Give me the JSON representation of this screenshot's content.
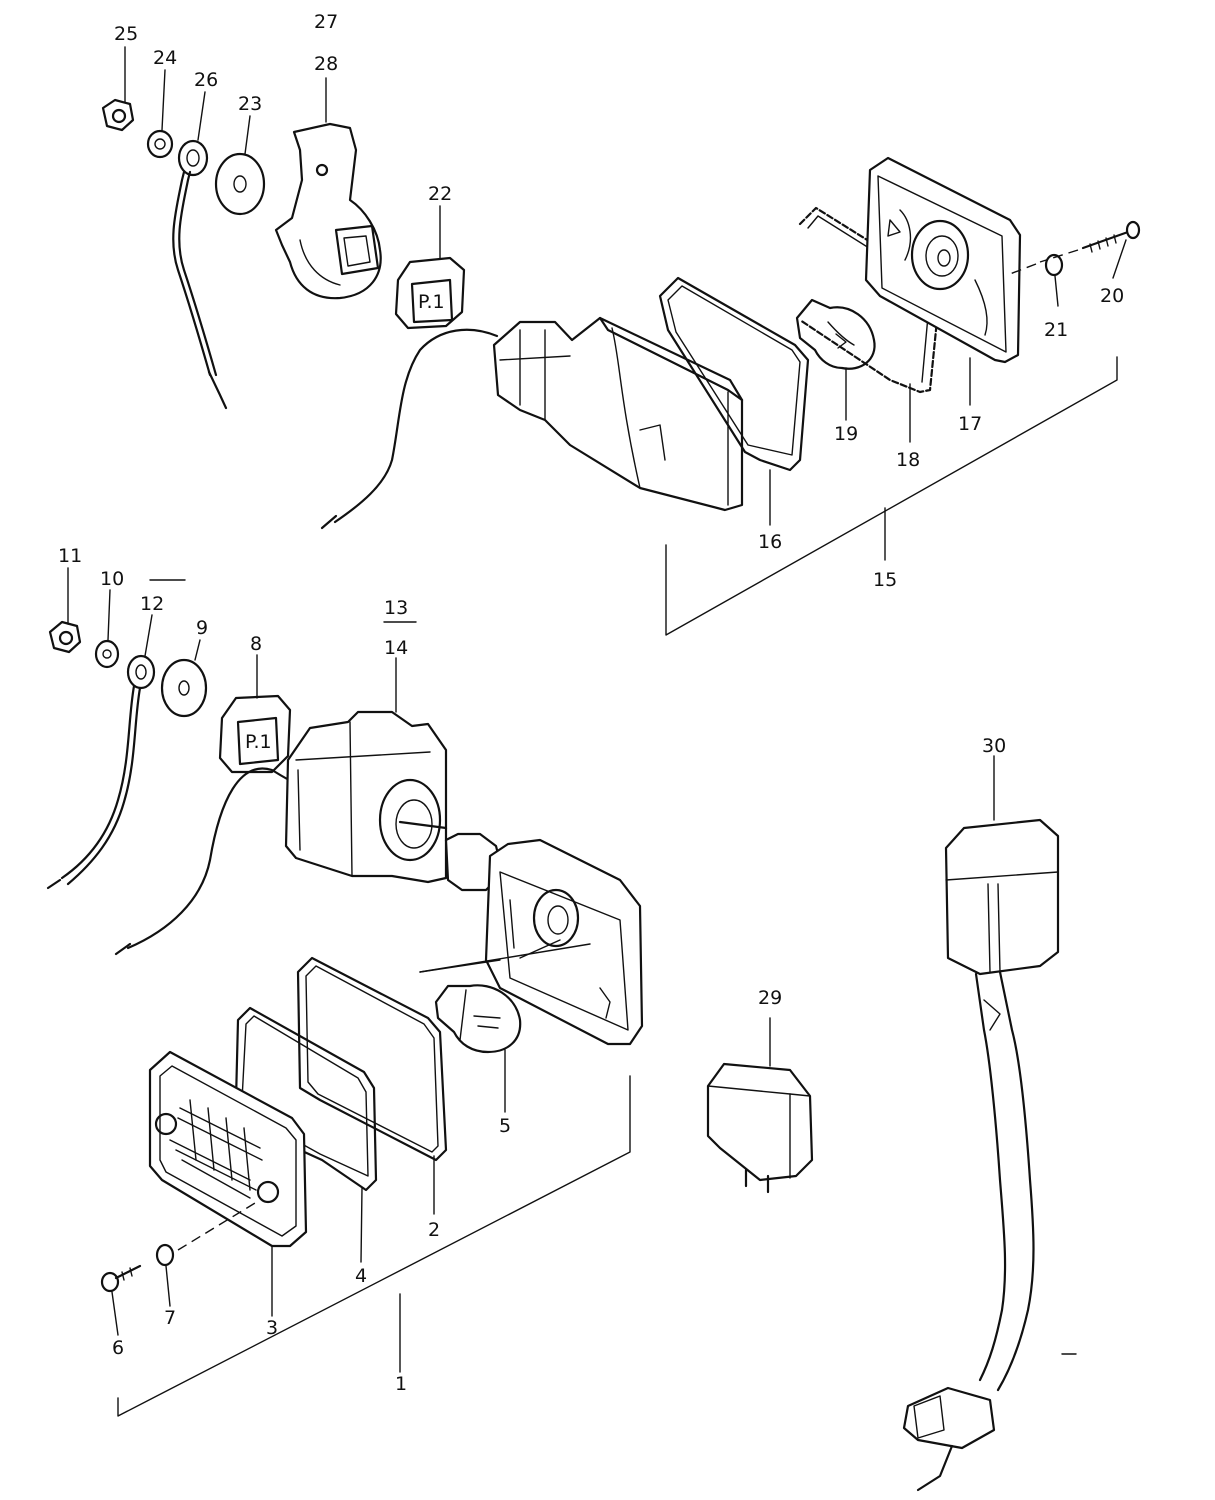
{
  "diagram": {
    "labels": {
      "p1": "1",
      "p2": "2",
      "p3": "3",
      "p4": "4",
      "p5": "5",
      "p6": "6",
      "p7": "7",
      "p8": "8",
      "p9": "9",
      "p10": "10",
      "p11": "11",
      "p12": "12",
      "p13": "13",
      "p14": "14",
      "p15": "15",
      "p16": "16",
      "p17": "17",
      "p18": "18",
      "p19": "19",
      "p20": "20",
      "p21": "21",
      "p22": "22",
      "p23": "23",
      "p24": "24",
      "p25": "25",
      "p26": "26",
      "p27": "27",
      "p28": "28",
      "p29": "29",
      "p30": "30"
    }
  }
}
